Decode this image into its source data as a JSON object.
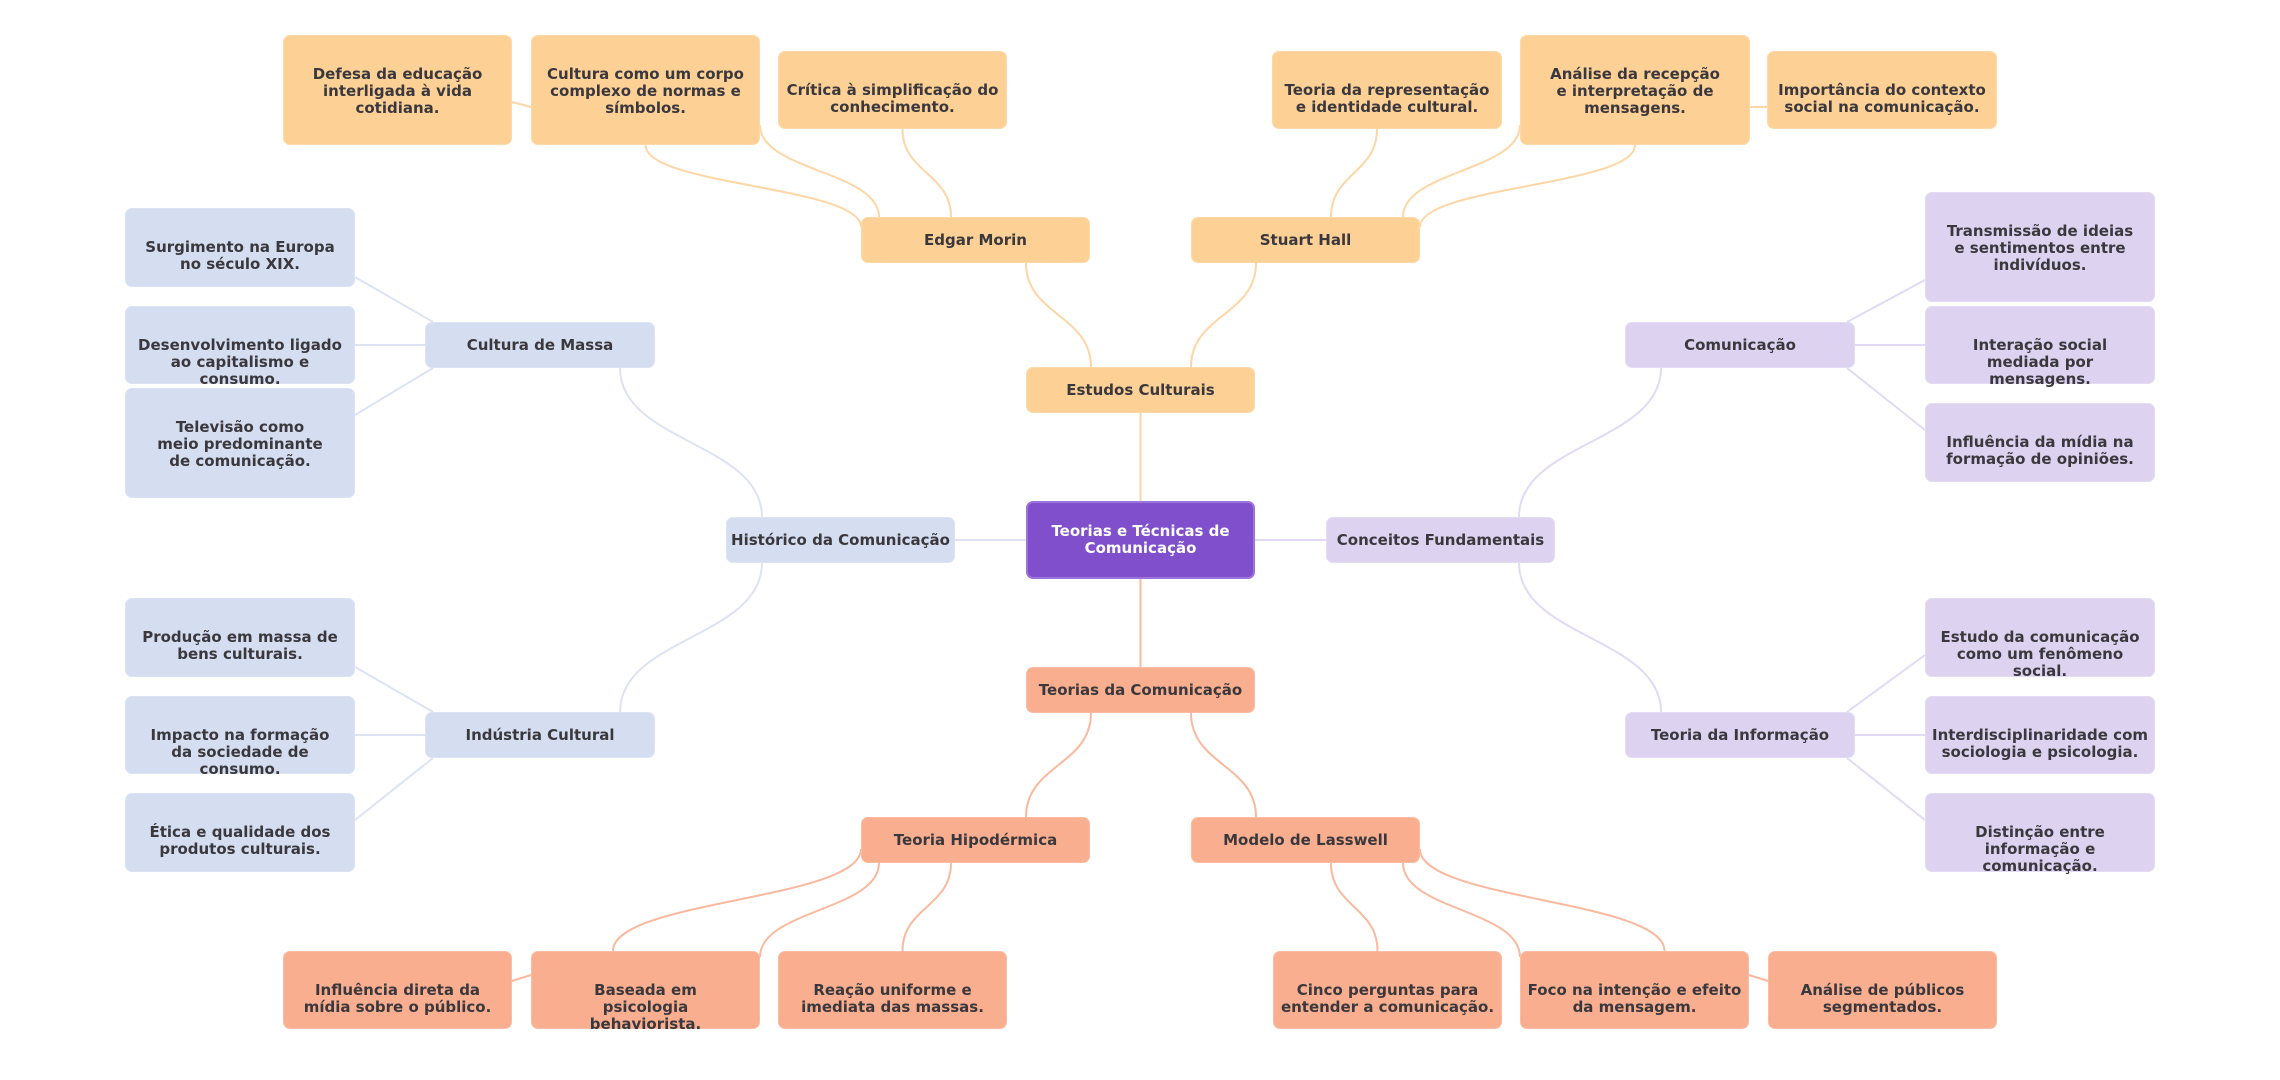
{
  "colors": {
    "root": "#7f4fcc",
    "orange": "#fdd196",
    "salmon": "#f9ae8f",
    "blue": "#d5ddf1",
    "lavender": "#ddd3f1",
    "link_orange": "#fdd6a6",
    "link_salmon": "#f9b99e",
    "link_blue": "#dde3f5",
    "link_lavender": "#e2daf5",
    "text": "#3a383d",
    "root_text": "#ffffff"
  },
  "mindmap": {
    "root": "Teorias e Técnicas de Comunicação",
    "branches": {
      "estudos": {
        "label": "Estudos Culturais",
        "children": {
          "morin": {
            "label": "Edgar Morin",
            "leaves": [
              "Defesa da educação interligada à vida cotidiana.",
              "Cultura como um corpo complexo de normas e símbolos.",
              "Crítica à simplificação do conhecimento."
            ]
          },
          "hall": {
            "label": "Stuart Hall",
            "leaves": [
              "Teoria da representação e identidade cultural.",
              "Análise da recepção e interpretação de mensagens.",
              "Importância do contexto social na comunicação."
            ]
          }
        }
      },
      "historico": {
        "label": "Histórico da Comunicação",
        "children": {
          "massa": {
            "label": "Cultura de Massa",
            "leaves": [
              "Surgimento na Europa no século XIX.",
              "Desenvolvimento ligado ao capitalismo e consumo.",
              "Televisão como meio predominante de comunicação."
            ]
          },
          "industria": {
            "label": "Indústria Cultural",
            "leaves": [
              "Produção em massa de bens culturais.",
              "Impacto na formação da sociedade de consumo.",
              "Ética e qualidade dos produtos culturais."
            ]
          }
        }
      },
      "conceitos": {
        "label": "Conceitos Fundamentais",
        "children": {
          "comunicacao": {
            "label": "Comunicação",
            "leaves": [
              "Transmissão de ideias e sentimentos entre indivíduos.",
              "Interação social mediada por mensagens.",
              "Influência da mídia na formação de opiniões."
            ]
          },
          "informacao": {
            "label": "Teoria da Informação",
            "leaves": [
              "Estudo da comunicação como um fenômeno social.",
              "Interdisciplinaridade com sociologia e psicologia.",
              "Distinção entre informação e comunicação."
            ]
          }
        }
      },
      "teorias": {
        "label": "Teorias da Comunicação",
        "children": {
          "hipodermica": {
            "label": "Teoria Hipodérmica",
            "leaves": [
              "Influência direta da mídia sobre o público.",
              "Baseada em psicologia behaviorista.",
              "Reação uniforme e imediata das massas."
            ]
          },
          "lasswell": {
            "label": "Modelo de Lasswell",
            "leaves": [
              "Cinco perguntas para entender a comunicação.",
              "Foco na intenção e efeito da mensagem.",
              "Análise de públicos segmentados."
            ]
          }
        }
      }
    }
  }
}
